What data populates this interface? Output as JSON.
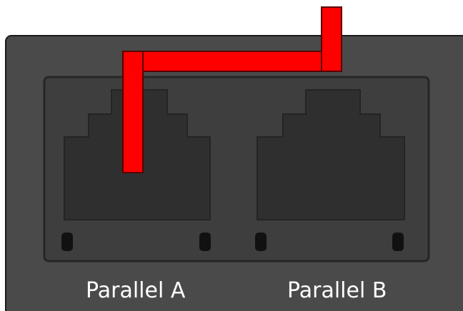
{
  "ports": [
    {
      "id": "A",
      "label": "Parallel A",
      "cable_connected": true
    },
    {
      "id": "B",
      "label": "Parallel B",
      "cable_connected": false
    }
  ],
  "colors": {
    "panel": "#4a4a4a",
    "recess": "#3e3e3e",
    "port_body": "#2f2f2f",
    "cable": "#ff0000",
    "label_text": "#ffffff"
  },
  "icons": {
    "port_a": "rj45-port-icon",
    "port_b": "rj45-port-icon",
    "cable": "parallel-cable"
  }
}
